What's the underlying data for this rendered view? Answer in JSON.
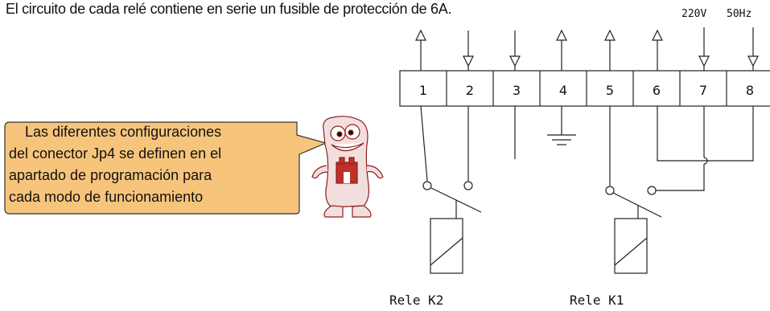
{
  "title": "El circuito de cada relé contiene en serie un fusible de protección de 6A.",
  "supply": {
    "voltage": "220V",
    "frequency": "50Hz"
  },
  "terminals": [
    "1",
    "2",
    "3",
    "4",
    "5",
    "6",
    "7",
    "8"
  ],
  "note": {
    "lines": [
      "Las diferentes configuraciones",
      "del conector Jp4 se definen en el",
      "apartado de programación para",
      "cada modo de funcionamiento"
    ],
    "bubble_color": "#f7c47c"
  },
  "relays": {
    "k2_label": "Rele  K2",
    "k1_label": "Rele  K1"
  },
  "colors": {
    "line": "#222222",
    "mascot_red": "#c0302a"
  },
  "icons": [
    "ground-icon",
    "mascot-icon",
    "arrow-up-icon",
    "arrow-down-icon",
    "relay-coil-icon",
    "switch-contact-icon"
  ]
}
